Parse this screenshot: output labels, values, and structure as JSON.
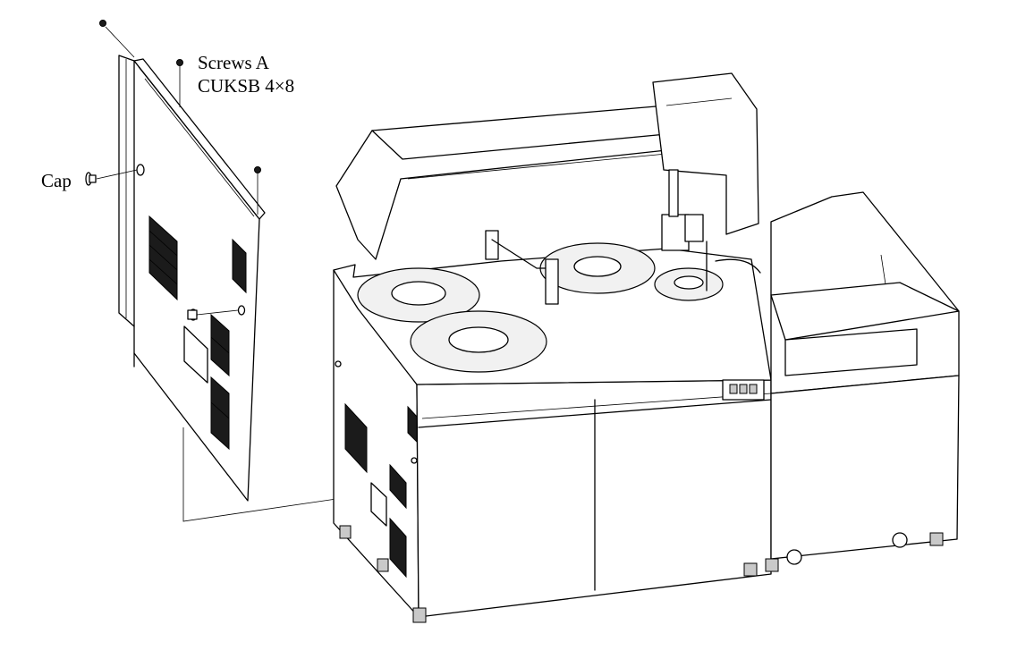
{
  "labels": {
    "screws": "Screws A",
    "screw_spec": "CUKSB 4×8",
    "cap": "Cap"
  },
  "colors": {
    "line": "#000000",
    "background": "#ffffff",
    "vent": "#1b1b1b",
    "panel_fill": "#f1f1f1"
  }
}
